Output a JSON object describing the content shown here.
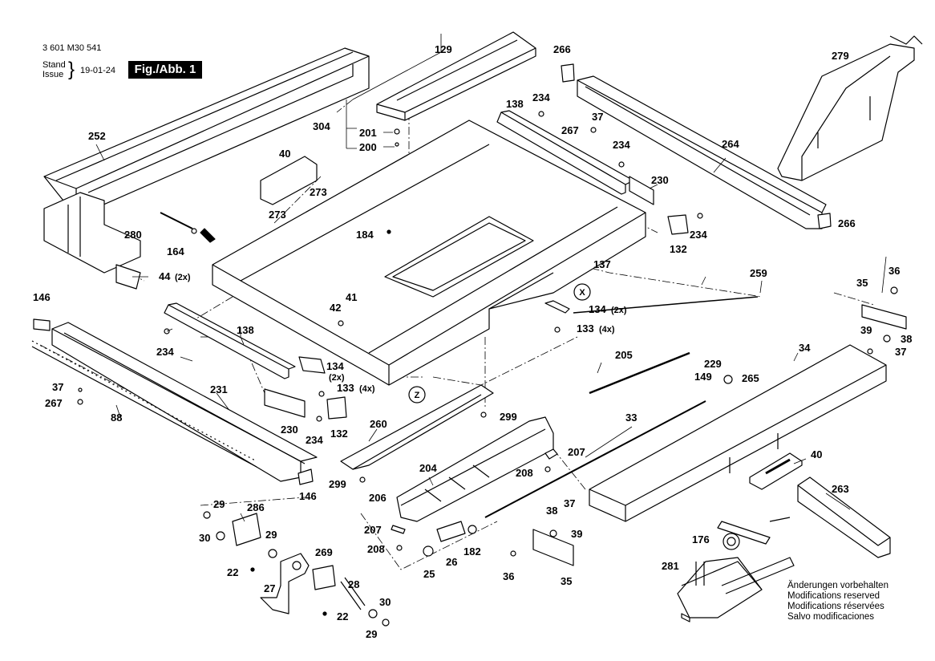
{
  "header": {
    "doc_number": "3 601 M30 541",
    "stand_label": "Stand",
    "issue_label": "Issue",
    "brace": "}",
    "date": "19-01-24",
    "figure_badge": "Fig./Abb. 1"
  },
  "notes": [
    "Änderungen vorbehalten",
    "Modifications reserved",
    "Modifications réservées",
    "Salvo modificaciones"
  ],
  "markers": {
    "x": "X",
    "z": "Z"
  },
  "parts": [
    {
      "id": "p129",
      "label": "129"
    },
    {
      "id": "p266a",
      "label": "266"
    },
    {
      "id": "p279",
      "label": "279"
    },
    {
      "id": "p252",
      "label": "252"
    },
    {
      "id": "p138a",
      "label": "138"
    },
    {
      "id": "p234a",
      "label": "234"
    },
    {
      "id": "p37a",
      "label": "37"
    },
    {
      "id": "p267a",
      "label": "267"
    },
    {
      "id": "p304",
      "label": "304"
    },
    {
      "id": "p201",
      "label": "201"
    },
    {
      "id": "p200",
      "label": "200"
    },
    {
      "id": "p40a",
      "label": "40"
    },
    {
      "id": "p234b",
      "label": "234"
    },
    {
      "id": "p264",
      "label": "264"
    },
    {
      "id": "p230a",
      "label": "230"
    },
    {
      "id": "p273a",
      "label": "273"
    },
    {
      "id": "p273b",
      "label": "273"
    },
    {
      "id": "p266b",
      "label": "266"
    },
    {
      "id": "p280",
      "label": "280"
    },
    {
      "id": "p184",
      "label": "184"
    },
    {
      "id": "p234c",
      "label": "234"
    },
    {
      "id": "p132a",
      "label": "132"
    },
    {
      "id": "p164",
      "label": "164"
    },
    {
      "id": "p137",
      "label": "137"
    },
    {
      "id": "p44",
      "label": "44"
    },
    {
      "id": "p259",
      "label": "259"
    },
    {
      "id": "p36a",
      "label": "36"
    },
    {
      "id": "p35a",
      "label": "35"
    },
    {
      "id": "p146a",
      "label": "146"
    },
    {
      "id": "p41",
      "label": "41"
    },
    {
      "id": "p42",
      "label": "42"
    },
    {
      "id": "p134a",
      "label": "134"
    },
    {
      "id": "p133a",
      "label": "133"
    },
    {
      "id": "p138b",
      "label": "138"
    },
    {
      "id": "p39a",
      "label": "39"
    },
    {
      "id": "p38a",
      "label": "38"
    },
    {
      "id": "p234d",
      "label": "234"
    },
    {
      "id": "p37b",
      "label": "37"
    },
    {
      "id": "p34",
      "label": "34"
    },
    {
      "id": "p205",
      "label": "205"
    },
    {
      "id": "p229",
      "label": "229"
    },
    {
      "id": "p134b",
      "label": "134"
    },
    {
      "id": "p149",
      "label": "149"
    },
    {
      "id": "p265",
      "label": "265"
    },
    {
      "id": "p37c",
      "label": "37"
    },
    {
      "id": "p231",
      "label": "231"
    },
    {
      "id": "p133b",
      "label": "133"
    },
    {
      "id": "p267b",
      "label": "267"
    },
    {
      "id": "p88",
      "label": "88"
    },
    {
      "id": "p299a",
      "label": "299"
    },
    {
      "id": "p260",
      "label": "260"
    },
    {
      "id": "p33",
      "label": "33"
    },
    {
      "id": "p230b",
      "label": "230"
    },
    {
      "id": "p132b",
      "label": "132"
    },
    {
      "id": "p234e",
      "label": "234"
    },
    {
      "id": "p207a",
      "label": "207"
    },
    {
      "id": "p40b",
      "label": "40"
    },
    {
      "id": "p204",
      "label": "204"
    },
    {
      "id": "p208a",
      "label": "208"
    },
    {
      "id": "p146b",
      "label": "146"
    },
    {
      "id": "p299b",
      "label": "299"
    },
    {
      "id": "p263",
      "label": "263"
    },
    {
      "id": "p206",
      "label": "206"
    },
    {
      "id": "p29a",
      "label": "29"
    },
    {
      "id": "p286",
      "label": "286"
    },
    {
      "id": "p38b",
      "label": "38"
    },
    {
      "id": "p37d",
      "label": "37"
    },
    {
      "id": "p207b",
      "label": "207"
    },
    {
      "id": "p30a",
      "label": "30"
    },
    {
      "id": "p29b",
      "label": "29"
    },
    {
      "id": "p176",
      "label": "176"
    },
    {
      "id": "p39b",
      "label": "39"
    },
    {
      "id": "p182",
      "label": "182"
    },
    {
      "id": "p208b",
      "label": "208"
    },
    {
      "id": "p269",
      "label": "269"
    },
    {
      "id": "p26",
      "label": "26"
    },
    {
      "id": "p22a",
      "label": "22"
    },
    {
      "id": "p25",
      "label": "25"
    },
    {
      "id": "p36b",
      "label": "36"
    },
    {
      "id": "p35b",
      "label": "35"
    },
    {
      "id": "p281",
      "label": "281"
    },
    {
      "id": "p28",
      "label": "28"
    },
    {
      "id": "p27",
      "label": "27"
    },
    {
      "id": "p30b",
      "label": "30"
    },
    {
      "id": "p22b",
      "label": "22"
    },
    {
      "id": "p29c",
      "label": "29"
    }
  ],
  "quantities": [
    {
      "id": "q44",
      "label": "(2x)"
    },
    {
      "id": "q134a",
      "label": "(2x)"
    },
    {
      "id": "q133a",
      "label": "(4x)"
    },
    {
      "id": "q134b",
      "label": "(2x)"
    },
    {
      "id": "q133b",
      "label": "(4x)"
    }
  ]
}
